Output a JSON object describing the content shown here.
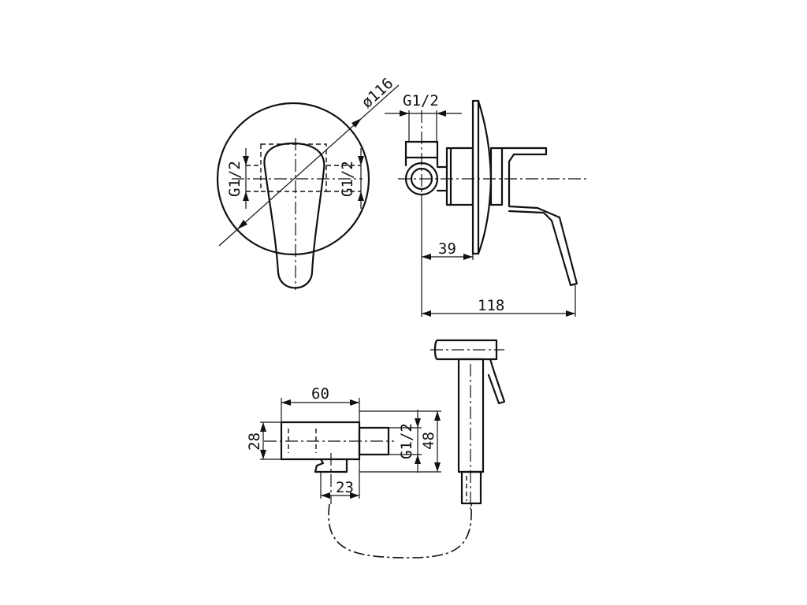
{
  "dimensions": {
    "diameter": "ø116",
    "thread_front_left": "G1/2",
    "thread_front_right": "G1/2",
    "thread_side_top": "G1/2",
    "depth_body": "39",
    "depth_total": "118",
    "valve_length": "60",
    "valve_height": "28",
    "outlet_offset": "23",
    "thread_valve": "G1/2",
    "valve_depth": "48"
  }
}
